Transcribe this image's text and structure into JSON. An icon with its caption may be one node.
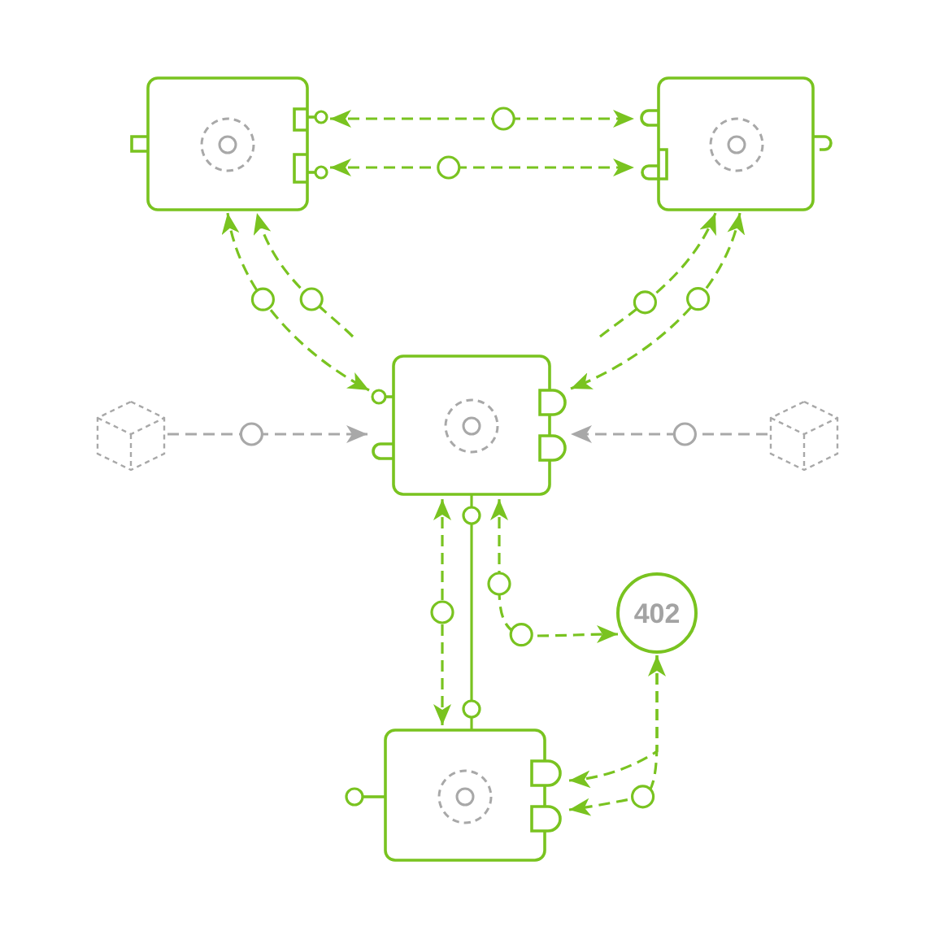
{
  "diagram": {
    "nodes": [
      {
        "text": [],
        "shape": "box"
      },
      {
        "text": [],
        "shape": "box"
      },
      {
        "text": [],
        "shape": "cube"
      },
      {
        "text": [],
        "shape": "box"
      },
      {
        "text": [],
        "shape": "cube"
      },
      {
        "text": [
          "402"
        ]
      },
      {
        "text": [],
        "shape": "box"
      }
    ],
    "edges": [
      {
        "from": 0,
        "to": 1,
        "arrow": "both",
        "style": "dashed"
      },
      {
        "from": 0,
        "to": 1,
        "arrow": "both",
        "style": "dashed"
      },
      {
        "from": 0,
        "to": 3,
        "arrow": "both",
        "style": "dashed"
      },
      {
        "from": null,
        "to": 0,
        "arrow": "to",
        "style": "dashed"
      },
      {
        "from": null,
        "to": 1,
        "arrow": "to",
        "style": "dashed"
      },
      {
        "from": 1,
        "to": 3,
        "arrow": "both",
        "style": "dashed"
      },
      {
        "from": 2,
        "to": 3,
        "arrow": "to",
        "style": "dashed",
        "color": "#a8a8a8"
      },
      {
        "from": 4,
        "to": 3,
        "arrow": "to",
        "style": "dashed",
        "color": "#a8a8a8"
      },
      {
        "from": 3,
        "to": 6,
        "arrow": "both",
        "style": "dashed"
      },
      {
        "from": 3,
        "to": 6,
        "arrow": "other"
      },
      {
        "from": 3,
        "to": 5,
        "arrow": "both",
        "style": "dashed"
      },
      {
        "from": 5,
        "to": 6,
        "arrow": "both",
        "style": "dashed"
      },
      {
        "from": 5,
        "to": 6,
        "arrow": "to",
        "style": "dashed"
      }
    ]
  }
}
